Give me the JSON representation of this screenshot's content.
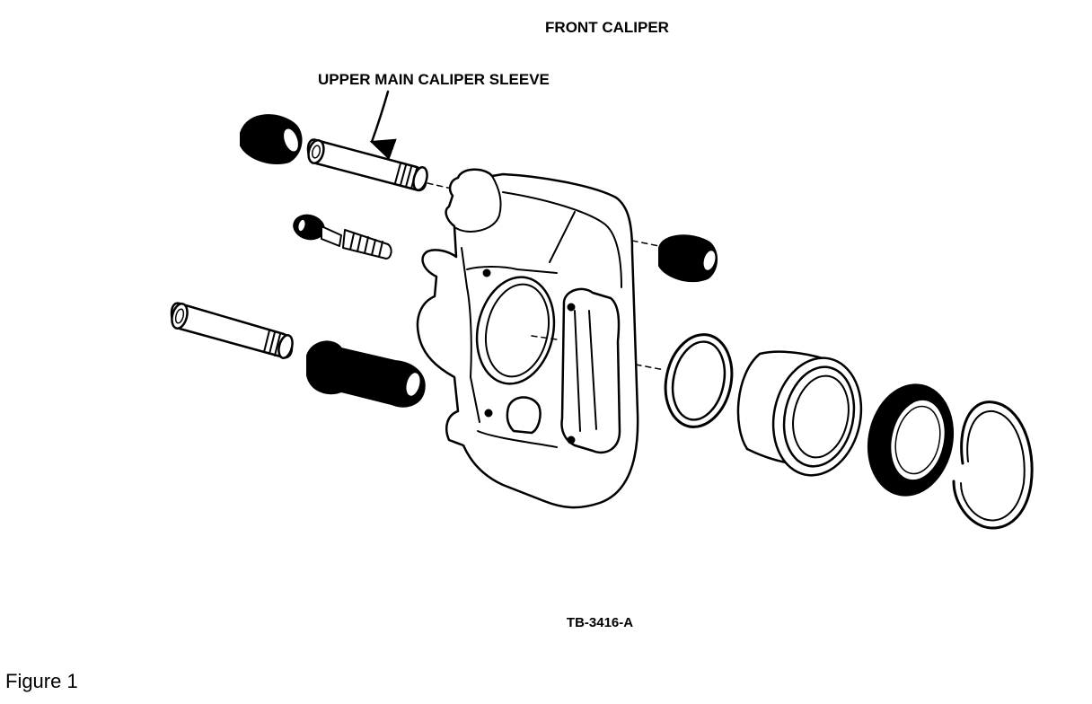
{
  "diagram": {
    "title": "FRONT CALIPER",
    "callout_label": "UPPER MAIN CALIPER SLEEVE",
    "drawing_code": "TB-3416-A",
    "caption": "Figure 1"
  },
  "colors": {
    "ink": "#000000",
    "paper": "#ffffff"
  }
}
